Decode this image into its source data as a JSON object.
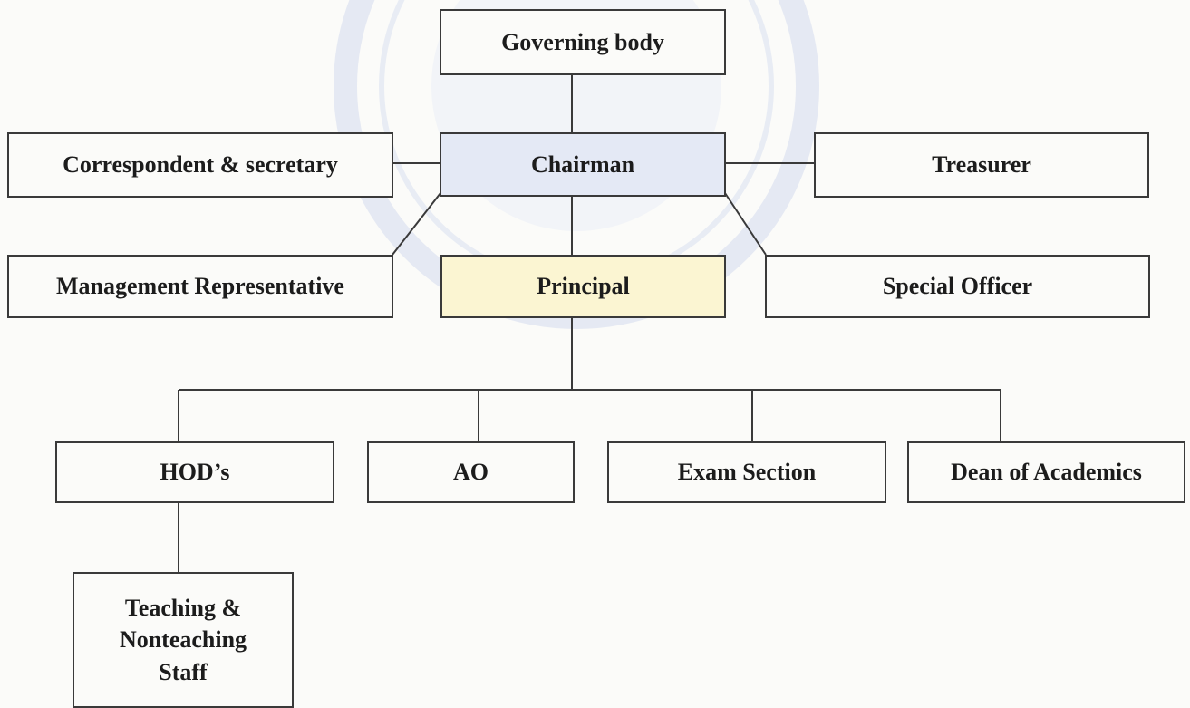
{
  "nodes": {
    "governing_body": "Governing body",
    "chairman": "Chairman",
    "correspondent": "Correspondent & secretary",
    "treasurer": "Treasurer",
    "management_rep": "Management Representative",
    "principal": "Principal",
    "special_officer": "Special Officer",
    "hods": "HOD’s",
    "ao": "AO",
    "exam_section": "Exam Section",
    "dean": "Dean of Academics",
    "staff": "Teaching &\nNonteaching\nStaff"
  },
  "colors": {
    "line": "#3a3a3a",
    "chairman_fill": "#e4e9f5",
    "principal_fill": "#fbf5d2",
    "watermark": "#c9d3ea"
  }
}
